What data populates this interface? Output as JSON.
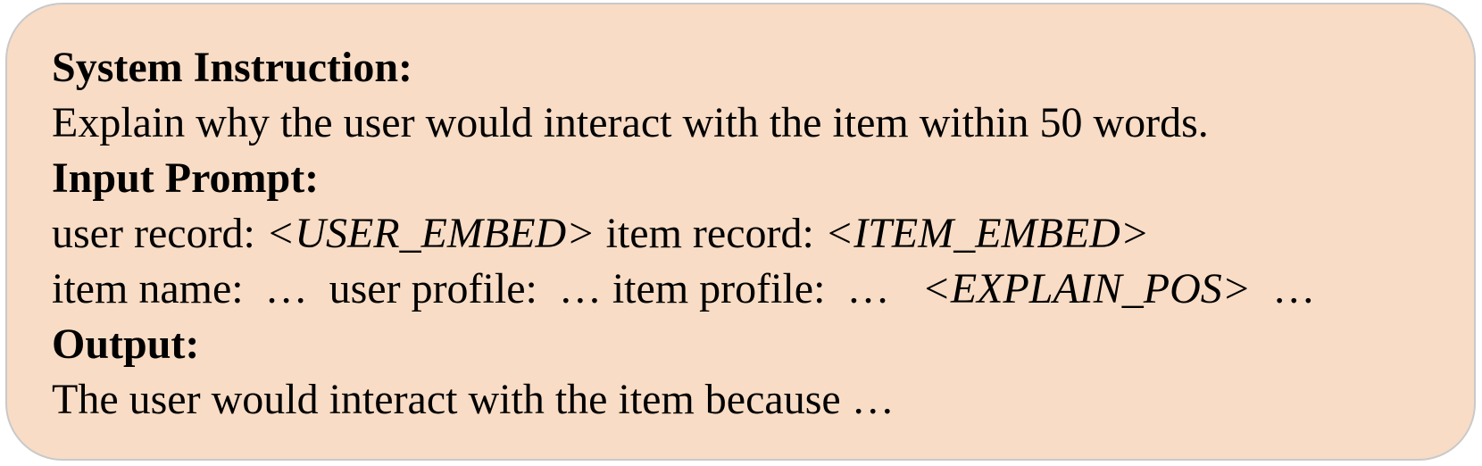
{
  "prompt_card": {
    "system_instruction_label": "System Instruction:",
    "system_instruction_text": "Explain why the user would interact with the item within 50 words.",
    "input_prompt_label": "Input Prompt:",
    "input_line_1": {
      "user_record_label": "user record: ",
      "user_embed_token": "<USER_EMBED>",
      "item_record_label": " item record: ",
      "item_embed_token": "<ITEM_EMBED>"
    },
    "input_line_2": {
      "item_name_label": "item name:  …  user profile:  … item profile:  …   ",
      "explain_pos_token": "<EXPLAIN_POS>",
      "trailing_ellipsis": "  …"
    },
    "output_label": "Output:",
    "output_text": "The user would interact with the item because …"
  },
  "colors": {
    "card_background": "#f8dcc5",
    "card_border": "#c9c9c9",
    "text": "#000000"
  }
}
